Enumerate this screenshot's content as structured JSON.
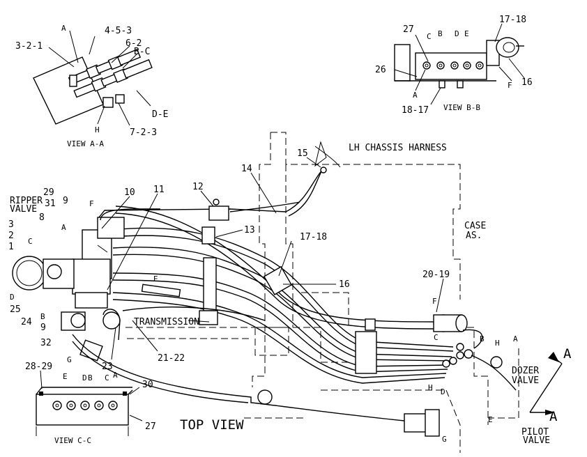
{
  "views": {
    "aa": {
      "title": "VIEW A-A",
      "callouts": [
        "A",
        "4-5-3",
        "3-2-1",
        "6-2",
        "B-C",
        "D-E",
        "H",
        "7-2-3"
      ]
    },
    "bb": {
      "title": "VIEW B-B",
      "callouts": [
        "27",
        "C",
        "B",
        "D",
        "E",
        "17-18",
        "26",
        "16",
        "A",
        "F",
        "18-17"
      ]
    },
    "cc": {
      "title": "VIEW C-C",
      "callouts": [
        "28-29",
        "E",
        "D",
        "B",
        "C",
        "A",
        "30",
        "27"
      ]
    }
  },
  "main": {
    "title": "TOP VIEW",
    "labels": {
      "lh_chassis_harness": "LH CHASSIS HARNESS",
      "ripper_valve": "RIPPER",
      "ripper_valve_2": "VALVE",
      "case": "CASE",
      "case_2": "AS.",
      "transmission": "TRANSMISSION",
      "dozer_valve": "DOZER",
      "dozer_valve_2": "VALVE",
      "pilot_valve": "PILOT",
      "pilot_valve_2": "VALVE"
    },
    "callouts": {
      "c15": "15",
      "c14": "14",
      "c12": "12",
      "c13": "13",
      "c11": "11",
      "c10": "10",
      "c9a": "9",
      "c29": "29",
      "c31": "31",
      "c8": "8",
      "cF1": "F",
      "cA1": "A",
      "c3": "3",
      "c2": "2",
      "c1": "1",
      "cC1": "C",
      "cD1": "D",
      "c25": "25",
      "c24": "24",
      "cB1": "B",
      "c9b": "9",
      "c32": "32",
      "cE1": "E",
      "cG1": "G",
      "c23": "23",
      "c2122": "21-22",
      "c1718": "17-18",
      "c16": "16",
      "c2019": "20-19",
      "cF2": "F",
      "cC2": "C",
      "cB2": "B",
      "cH1": "H",
      "cA2": "A",
      "cH2": "H",
      "cD2": "D",
      "cE2": "E",
      "cG2": "G",
      "arrowA1": "A",
      "arrowA2": "A"
    }
  }
}
